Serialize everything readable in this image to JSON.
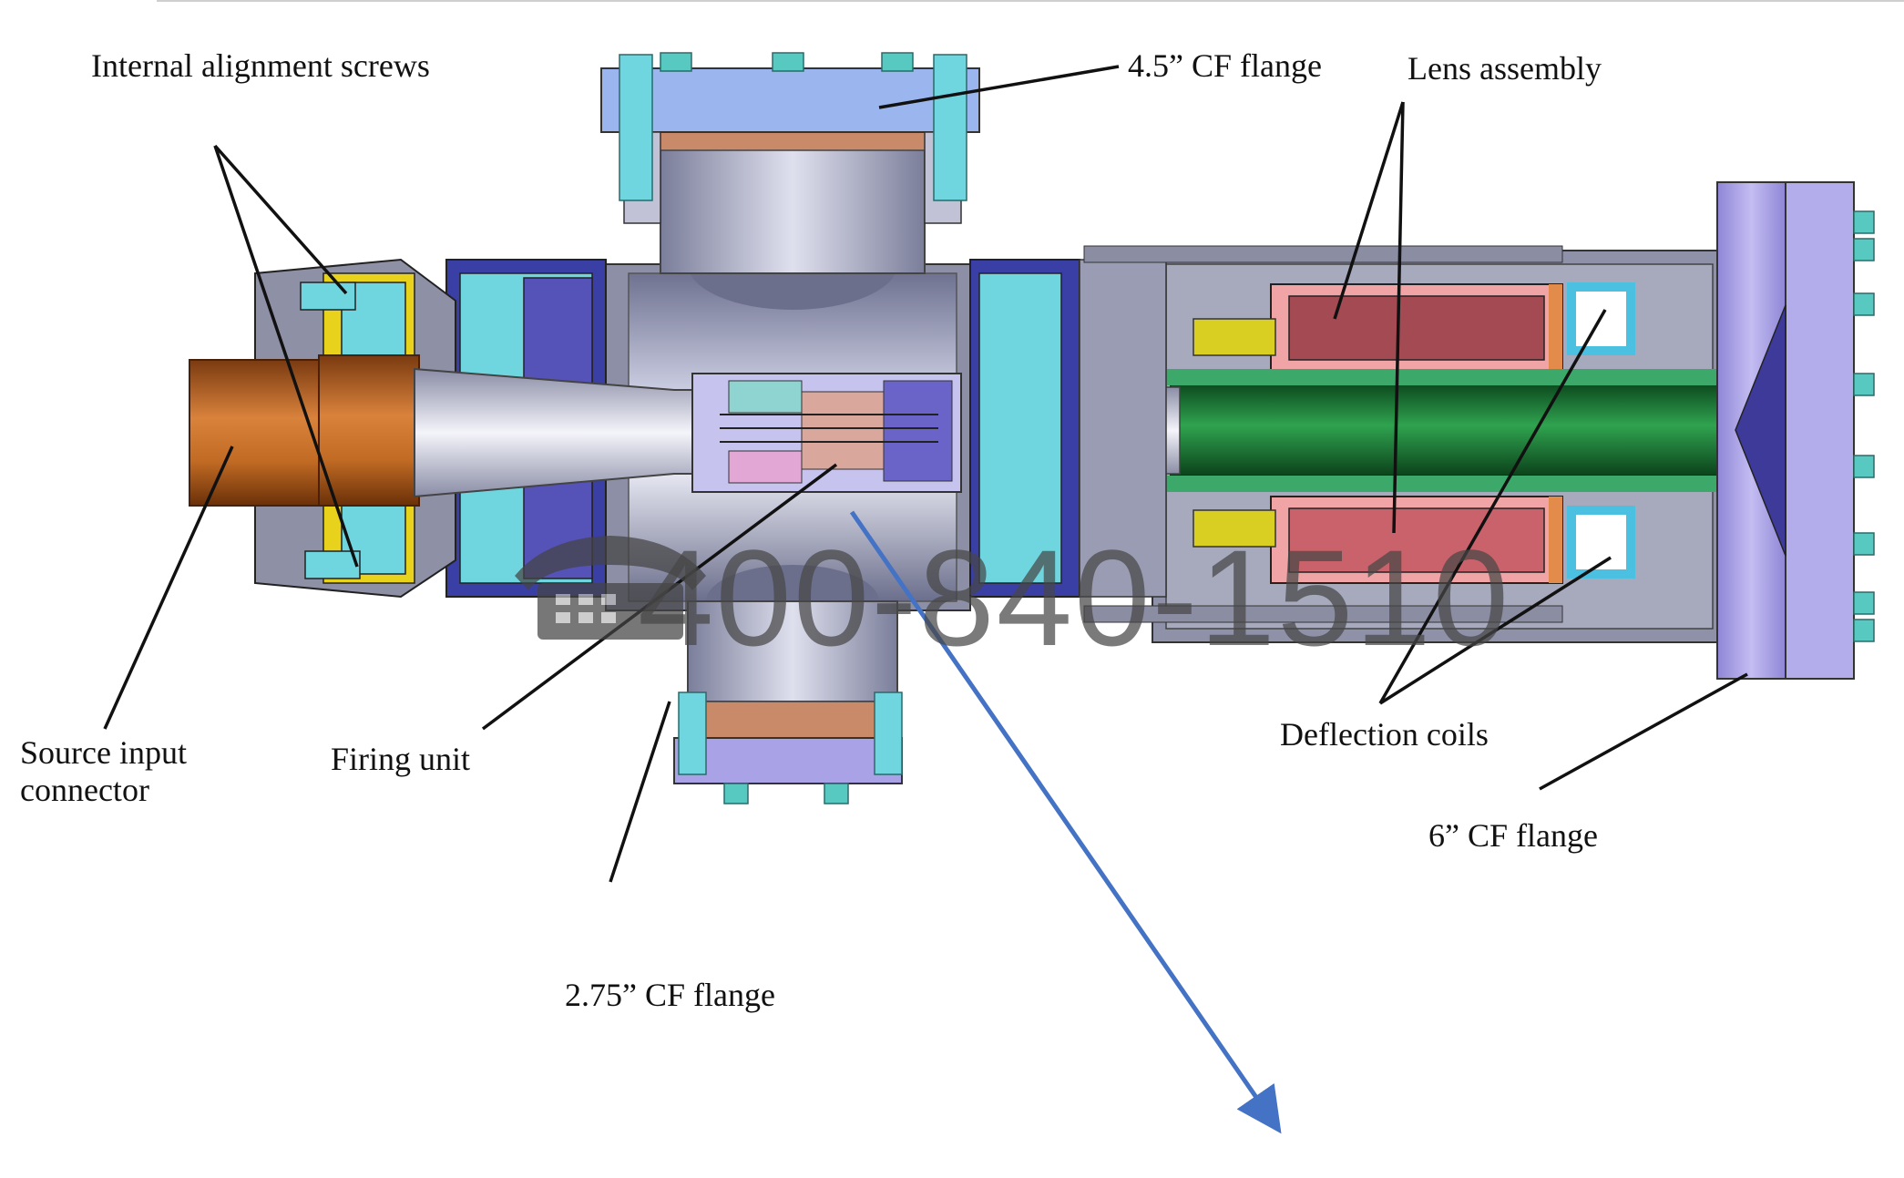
{
  "labels": {
    "internal_alignment_screws": "Internal alignment screws",
    "cf_flange_45": "4.5” CF flange",
    "lens_assembly": "Lens assembly",
    "source_input_connector_line1": "Source input",
    "source_input_connector_line2": "connector",
    "firing_unit": "Firing unit",
    "deflection_coils": "Deflection coils",
    "cf_flange_6": "6” CF flange",
    "cf_flange_275": "2.75” CF flange"
  },
  "watermark": {
    "phone": "400-840-1510",
    "icon": "phone-icon"
  },
  "colors": {
    "pointer_line": "#111111",
    "arrow": "#4472c4",
    "copper": "#c8702a",
    "steel": "#a9acc4",
    "flange_blue": "#9cb6ec",
    "flange_purple": "#aaa2e6",
    "cyan_parts": "#6fd6e0",
    "green_tube": "#1f7a3a",
    "coil_pink": "#ef9e9e",
    "yellow_parts": "#e8d21c"
  }
}
